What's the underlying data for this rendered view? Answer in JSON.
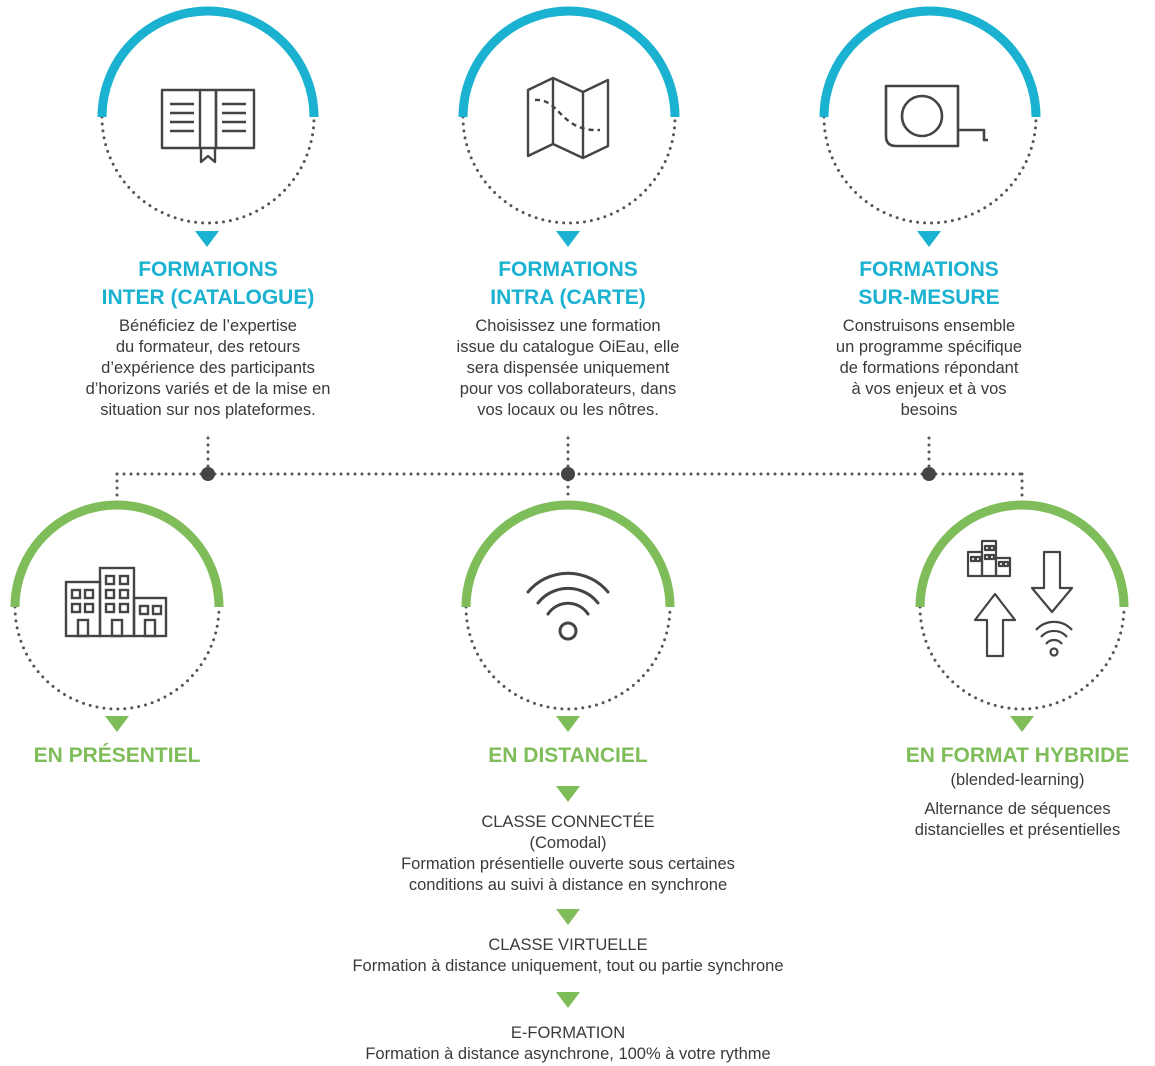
{
  "top": [
    {
      "icon": "open-book-icon",
      "title": [
        "FORMATIONS",
        "INTER (CATALOGUE)"
      ],
      "desc": [
        "Bénéficiez de l’expertise",
        "du formateur, des retours",
        "d’expérience des participants",
        "d’horizons variés et de la mise en",
        "situation sur nos plateformes."
      ]
    },
    {
      "icon": "folded-map-icon",
      "title": [
        "FORMATIONS",
        "INTRA (CARTE)"
      ],
      "desc": [
        "Choisissez une formation",
        "issue du catalogue OiEau, elle",
        "sera dispensée uniquement",
        "pour vos collaborateurs, dans",
        "vos locaux ou les nôtres."
      ]
    },
    {
      "icon": "tape-measure-icon",
      "title": [
        "FORMATIONS",
        "SUR-MESURE"
      ],
      "desc": [
        "Construisons ensemble",
        "un programme spécifique",
        "de formations répondant",
        "à vos enjeux et à vos",
        "besoins"
      ]
    }
  ],
  "bottom": [
    {
      "icon": "buildings-icon",
      "title": "EN PRÉSENTIEL"
    },
    {
      "icon": "wifi-icon",
      "title": "EN DISTANCIEL",
      "steps": [
        {
          "name": "CLASSE CONNECTÉE",
          "lines": [
            "(Comodal)",
            "Formation présentielle ouverte sous certaines",
            "conditions au suivi à distance en synchrone"
          ]
        },
        {
          "name": "CLASSE VIRTUELLE",
          "lines": [
            "Formation à distance uniquement, tout ou partie synchrone"
          ]
        },
        {
          "name": "E-FORMATION",
          "lines": [
            "Formation à distance asynchrone, 100% à votre rythme"
          ]
        }
      ]
    },
    {
      "icon": "hybrid-arrows-icon",
      "title": "EN FORMAT HYBRIDE",
      "subtitle": "(blended-learning)",
      "desc": [
        "Alternance de séquences",
        "distancielles et présentielles"
      ]
    }
  ],
  "colors": {
    "blue": "#1ab2d0",
    "green": "#7fbd5a",
    "ink": "#3c3c3c",
    "dots": "#555555"
  }
}
